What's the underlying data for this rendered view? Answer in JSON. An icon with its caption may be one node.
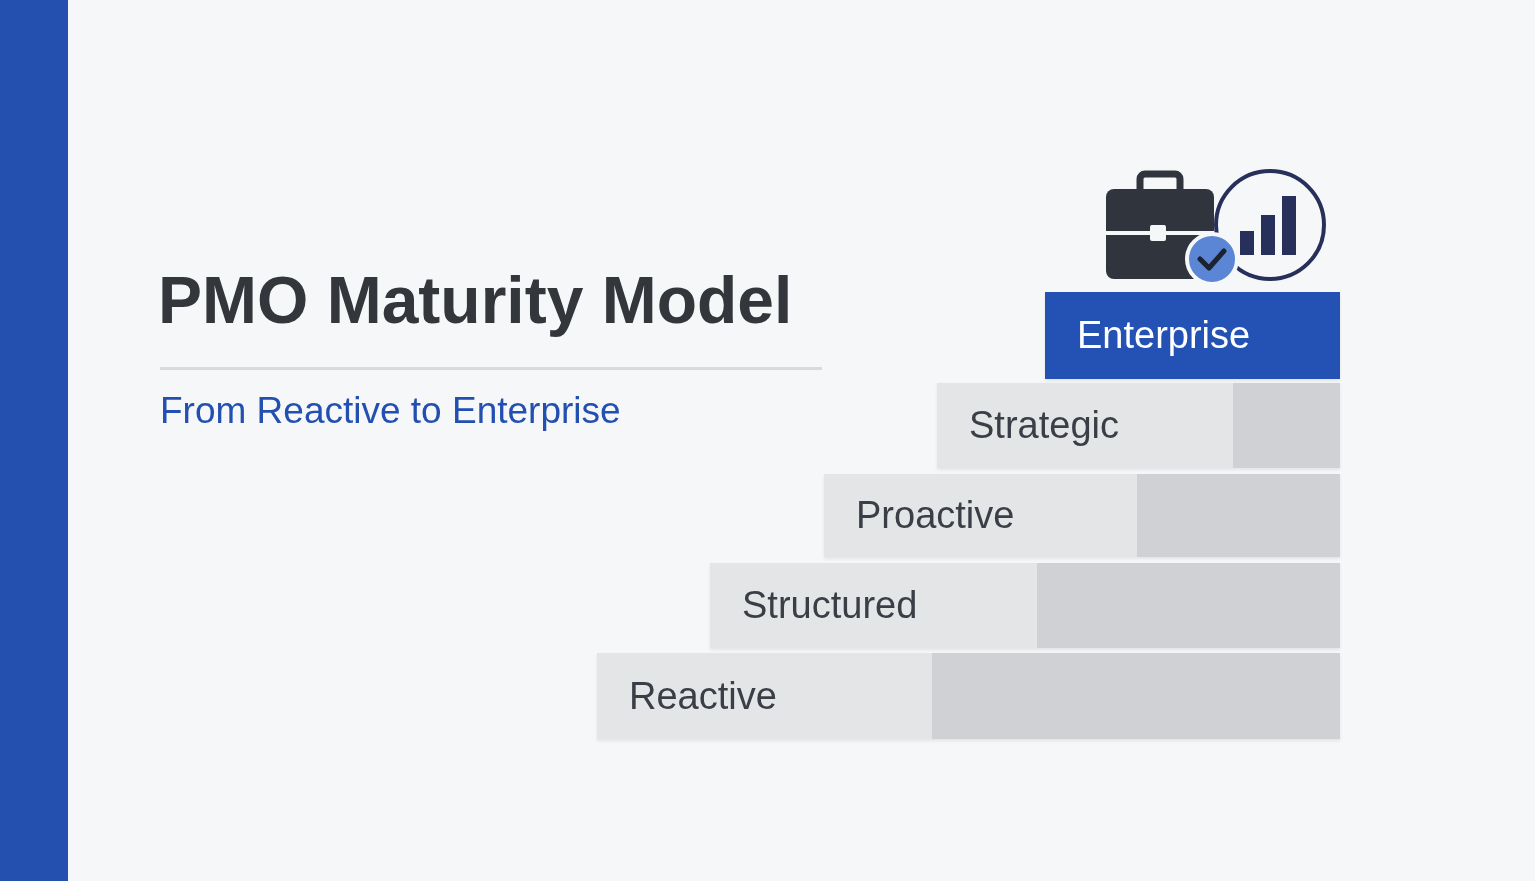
{
  "diagram": {
    "title": "PMO Maturity Model",
    "caption": "From Reactive to Enterprise",
    "nodes": [
      {
        "text": [
          "Enterprise"
        ]
      },
      {
        "text": [
          "Strategic"
        ]
      },
      {
        "text": [
          "Proactive"
        ]
      },
      {
        "text": [
          "Structured"
        ]
      },
      {
        "text": [
          "Reactive"
        ]
      },
      {
        "text": [],
        "shape": "bar"
      }
    ]
  }
}
